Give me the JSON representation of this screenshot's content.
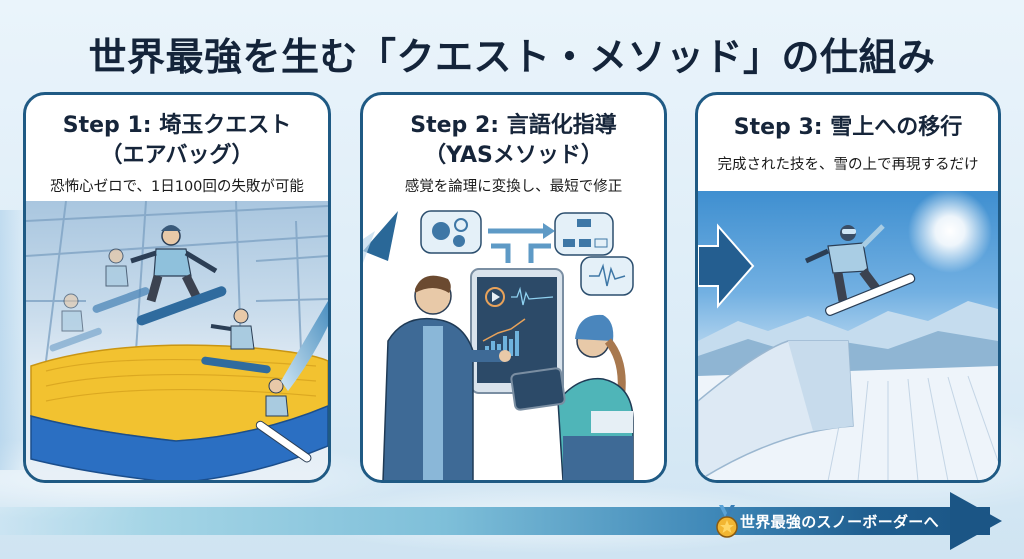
{
  "title": "世界最強を生む「クエスト・メソッド」の仕組み",
  "steps": [
    {
      "title_line1": "Step 1: 埼玉クエスト",
      "title_line2": "（エアバッグ）",
      "subtitle": "恐怖心ゼロで、1日100回の失敗が可能",
      "scene": "indoor-airbag-snowboarders"
    },
    {
      "title_line1": "Step 2: 言語化指導",
      "title_line2": "（YASメソッド）",
      "subtitle": "感覚を論理に変換し、最短で修正",
      "scene": "coach-tablet-analysis"
    },
    {
      "title_line1": "Step 3: 雪上への移行",
      "subtitle": "完成された技を、雪の上で再現するだけ",
      "scene": "snowboarder-jump-mountains"
    }
  ],
  "flow": {
    "label": "世界最強のスノーボーダーへ",
    "icon": "gold-medal-icon"
  },
  "colors": {
    "panel_border": "#1f5a84",
    "title_text": "#14243a",
    "airbag_yellow": "#f2c230",
    "airbag_blue": "#2b6fc2",
    "arrow_blue": "#1b5585",
    "sky_blue": "#4a96d4"
  }
}
